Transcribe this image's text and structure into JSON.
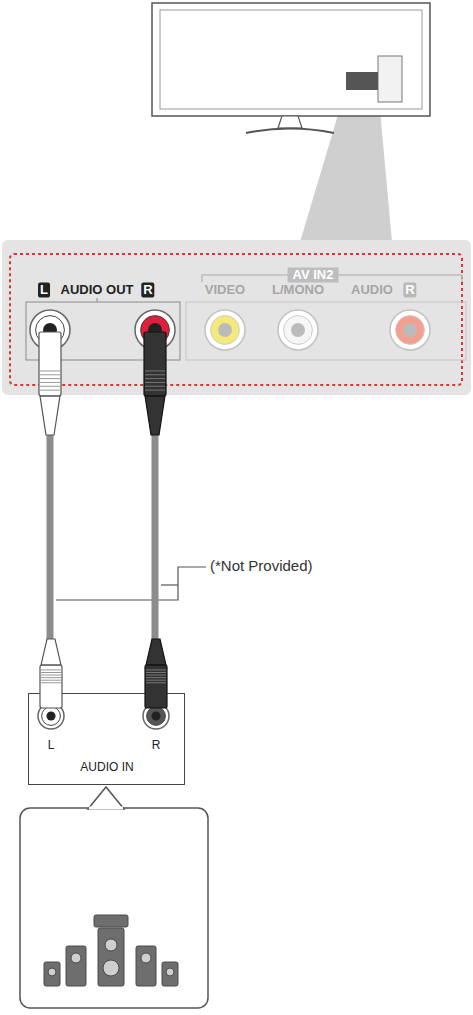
{
  "diagram": {
    "nodes": [
      {
        "text": [
          "L",
          "AUDIO OUT",
          "R",
          "AV IN2",
          "VIDEO",
          "L/MONO",
          "AUDIO",
          "R"
        ]
      },
      {
        "text": [
          "L",
          "R",
          "AUDIO IN"
        ]
      }
    ],
    "edges": [
      {
        "from": 0,
        "to": 1,
        "arrow": "none"
      },
      {
        "from": 0,
        "to": 1,
        "arrow": "none"
      }
    ],
    "labels": [
      "(*Not Provided)"
    ]
  }
}
